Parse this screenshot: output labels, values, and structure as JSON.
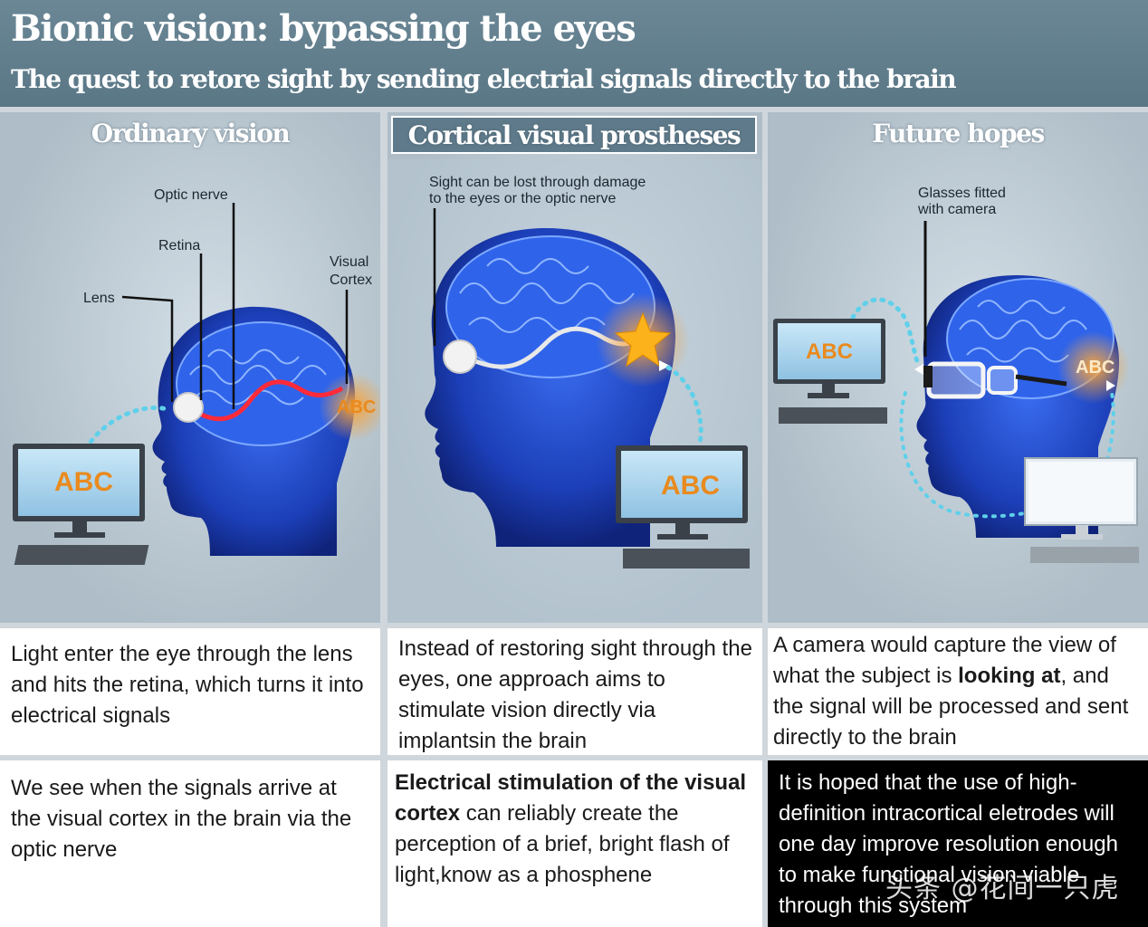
{
  "header": {
    "title": "Bionic vision: bypassing the eyes",
    "subtitle": "The quest to retore sight by sending electrial signals directly to the brain"
  },
  "panels": [
    {
      "heading": "Ordinary vision",
      "labels": {
        "optic_nerve": "Optic nerve",
        "retina": "Retina",
        "lens": "Lens",
        "visual": "Visual",
        "cortex": "Cortex"
      },
      "monitor_text": "ABC",
      "brain_text": "ABC"
    },
    {
      "heading": "Cortical visual prostheses",
      "labels": {
        "damage_line1": "Sight can be lost through damage",
        "damage_line2": "to the eyes or the optic nerve"
      },
      "monitor_text": "ABC"
    },
    {
      "heading": "Future hopes",
      "labels": {
        "glasses_line1": "Glasses fitted",
        "glasses_line2": "with camera"
      },
      "monitor_text": "ABC",
      "brain_text": "ABC"
    }
  ],
  "captions_top": [
    {
      "text": "Light enter the eye through the lens and hits the retina, which turns it into electrical signals"
    },
    {
      "text": "Instead of restoring sight through the eyes, one approach aims to stimulate vision directly via implantsin the brain"
    },
    {
      "pre": "A camera would capture the view of what the subject is ",
      "bold": "looking at",
      "post": ", and the signal will be processed and sent directly to the brain"
    }
  ],
  "captions_bottom": [
    {
      "text": "We see when the signals arrive at the visual cortex in the brain via the optic nerve"
    },
    {
      "bold": "Electrical stimulation of the visual cortex",
      "post": " can reliably create the perception of a brief, bright flash of light,know as a phosphene"
    },
    {
      "text": "It is hoped that the use of high-definition intracortical eletrodes will one day improve resolution enough to make functional vision viable through this system"
    }
  ],
  "watermark": "头条 @花间一只虎",
  "colors": {
    "header": "#5f7b8b",
    "brain_blue": "#1f4fd0",
    "abc_orange": "#e98a1e",
    "signal_dots": "#5fd0ea",
    "nerve_red": "#ff2a3a"
  }
}
